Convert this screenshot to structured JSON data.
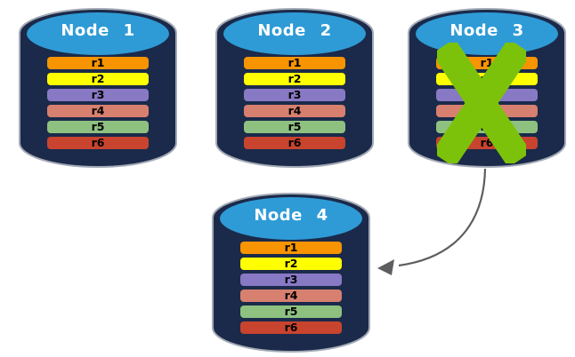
{
  "diagram": {
    "description": "Database replication diagram: failed node replicated to a new node",
    "nodes": [
      {
        "label": "Node 1",
        "status": "healthy"
      },
      {
        "label": "Node 2",
        "status": "healthy"
      },
      {
        "label": "Node 3",
        "status": "failed"
      },
      {
        "label": "Node 4",
        "status": "healthy"
      }
    ],
    "rows": [
      {
        "label": "r1",
        "color": "#F79400"
      },
      {
        "label": "r2",
        "color": "#FFFF00"
      },
      {
        "label": "r3",
        "color": "#8879C5"
      },
      {
        "label": "r4",
        "color": "#D8806F"
      },
      {
        "label": "r5",
        "color": "#8EC180"
      },
      {
        "label": "r6",
        "color": "#C8442E"
      }
    ],
    "colors": {
      "cylinder_body": "#1B2A4A",
      "cylinder_top": "#2E9BD6",
      "cylinder_outline": "#A3AAB6",
      "failure_x": "#7CC20A",
      "arrow": "#5E5E60",
      "node_label_text": "#FFFFFF",
      "row_label_text": "#000000"
    },
    "annotations": {
      "failure_x_on": "Node 3",
      "arrow_from": "Node 3",
      "arrow_to": "Node 4"
    }
  }
}
